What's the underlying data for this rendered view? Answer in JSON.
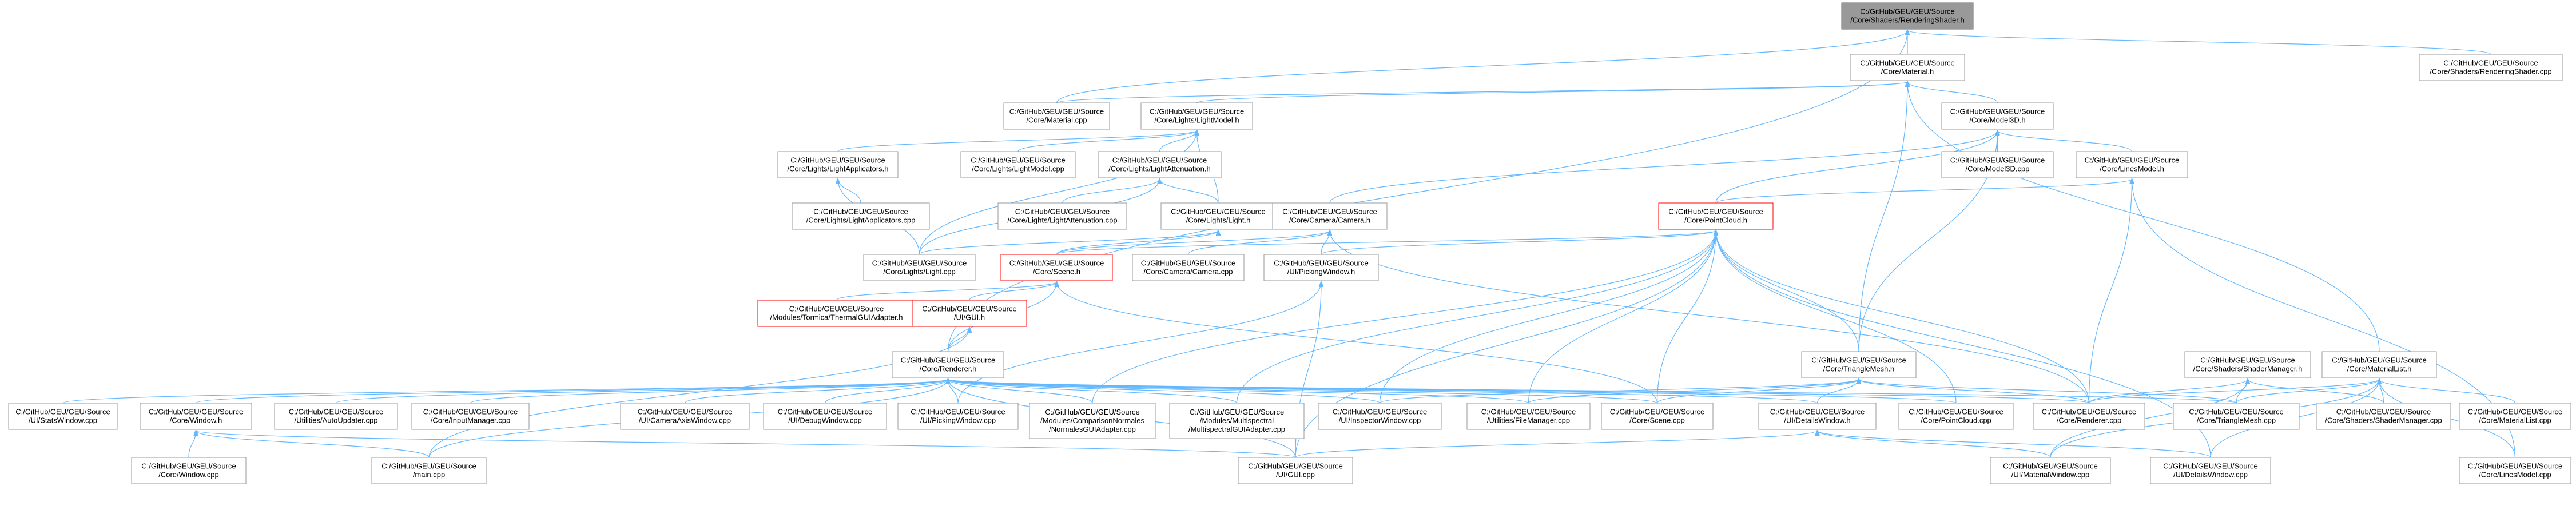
{
  "colors": {
    "edge": "#63b8ff",
    "node_border": "#999999",
    "root_fill": "#999999",
    "incomplete_border": "#ff0000",
    "text": "#000000"
  },
  "nodes": [
    {
      "id": "root",
      "l1": "C:/GitHub/GEU/GEU/Source",
      "l2": "/Core/Shaders/RenderingShader.h"
    },
    {
      "id": "material_h",
      "l1": "C:/GitHub/GEU/GEU/Source",
      "l2": "/Core/Material.h"
    },
    {
      "id": "rendshader_cpp",
      "l1": "C:/GitHub/GEU/GEU/Source",
      "l2": "/Core/Shaders/RenderingShader.cpp"
    },
    {
      "id": "material_cpp",
      "l1": "C:/GitHub/GEU/GEU/Source",
      "l2": "/Core/Material.cpp"
    },
    {
      "id": "lightmodel_h",
      "l1": "C:/GitHub/GEU/GEU/Source",
      "l2": "/Core/Lights/LightModel.h"
    },
    {
      "id": "model3d_h",
      "l1": "C:/GitHub/GEU/GEU/Source",
      "l2": "/Core/Model3D.h"
    },
    {
      "id": "lightapp_h",
      "l1": "C:/GitHub/GEU/GEU/Source",
      "l2": "/Core/Lights/LightApplicators.h"
    },
    {
      "id": "lightmodel_cpp",
      "l1": "C:/GitHub/GEU/GEU/Source",
      "l2": "/Core/Lights/LightModel.cpp"
    },
    {
      "id": "lightatt_h",
      "l1": "C:/GitHub/GEU/GEU/Source",
      "l2": "/Core/Lights/LightAttenuation.h"
    },
    {
      "id": "model3d_cpp",
      "l1": "C:/GitHub/GEU/GEU/Source",
      "l2": "/Core/Model3D.cpp"
    },
    {
      "id": "linesmodel_h",
      "l1": "C:/GitHub/GEU/GEU/Source",
      "l2": "/Core/LinesModel.h"
    },
    {
      "id": "lightapp_cpp",
      "l1": "C:/GitHub/GEU/GEU/Source",
      "l2": "/Core/Lights/LightApplicators.cpp"
    },
    {
      "id": "lightatt_cpp",
      "l1": "C:/GitHub/GEU/GEU/Source",
      "l2": "/Core/Lights/LightAttenuation.cpp"
    },
    {
      "id": "light_h",
      "l1": "C:/GitHub/GEU/GEU/Source",
      "l2": "/Core/Lights/Light.h"
    },
    {
      "id": "camera_h",
      "l1": "C:/GitHub/GEU/GEU/Source",
      "l2": "/Core/Camera/Camera.h"
    },
    {
      "id": "pointcloud_h",
      "l1": "C:/GitHub/GEU/GEU/Source",
      "l2": "/Core/PointCloud.h"
    },
    {
      "id": "light_cpp",
      "l1": "C:/GitHub/GEU/GEU/Source",
      "l2": "/Core/Lights/Light.cpp"
    },
    {
      "id": "scene_h",
      "l1": "C:/GitHub/GEU/GEU/Source",
      "l2": "/Core/Scene.h"
    },
    {
      "id": "camera_cpp",
      "l1": "C:/GitHub/GEU/GEU/Source",
      "l2": "/Core/Camera/Camera.cpp"
    },
    {
      "id": "pickingwin_h",
      "l1": "C:/GitHub/GEU/GEU/Source",
      "l2": "/UI/PickingWindow.h"
    },
    {
      "id": "thermal_h",
      "l1": "C:/GitHub/GEU/GEU/Source",
      "l2": "/Modules/Tormica/ThermalGUIAdapter.h"
    },
    {
      "id": "gui_h",
      "l1": "C:/GitHub/GEU/GEU/Source",
      "l2": "/UI/GUI.h"
    },
    {
      "id": "trianglemesh_h",
      "l1": "C:/GitHub/GEU/GEU/Source",
      "l2": "/Core/TriangleMesh.h"
    },
    {
      "id": "shadermgr_h",
      "l1": "C:/GitHub/GEU/GEU/Source",
      "l2": "/Core/Shaders/ShaderManager.h"
    },
    {
      "id": "materiallist_h",
      "l1": "C:/GitHub/GEU/GEU/Source",
      "l2": "/Core/MaterialList.h"
    },
    {
      "id": "renderer_h",
      "l1": "C:/GitHub/GEU/GEU/Source",
      "l2": "/Core/Renderer.h"
    },
    {
      "id": "statswin_h",
      "l1": "C:/GitHub/GEU/GEU/Source",
      "l2": "/UI/StatsWindow.cpp"
    },
    {
      "id": "window_h",
      "l1": "C:/GitHub/GEU/GEU/Source",
      "l2": "/Core/Window.h"
    },
    {
      "id": "autoupdater_cpp",
      "l1": "C:/GitHub/GEU/GEU/Source",
      "l2": "/Utilities/AutoUpdater.cpp"
    },
    {
      "id": "inputmgr_cpp",
      "l1": "C:/GitHub/GEU/GEU/Source",
      "l2": "/Core/InputManager.cpp"
    },
    {
      "id": "cameraaxiswin_cpp",
      "l1": "C:/GitHub/GEU/GEU/Source",
      "l2": "/UI/CameraAxisWindow.cpp"
    },
    {
      "id": "debugwin_cpp",
      "l1": "C:/GitHub/GEU/GEU/Source",
      "l2": "/UI/DebugWindow.cpp"
    },
    {
      "id": "pickingwin_cpp",
      "l1": "C:/GitHub/GEU/GEU/Source",
      "l2": "/UI/PickingWindow.cpp"
    },
    {
      "id": "compnormals_h",
      "l1": "C:/GitHub/GEU/GEU/Source",
      "l2": "/Modules/ComparisonNormales",
      "l3": "/NormalesGUIAdapter.cpp"
    },
    {
      "id": "multispectral_cpp",
      "l1": "C:/GitHub/GEU/GEU/Source",
      "l2": "/Modules/Multispectral",
      "l3": "/MultispectralGUIAdapter.cpp"
    },
    {
      "id": "inspectorwin_cpp",
      "l1": "C:/GitHub/GEU/GEU/Source",
      "l2": "/UI/InspectorWindow.cpp"
    },
    {
      "id": "filemanager_cpp",
      "l1": "C:/GitHub/GEU/GEU/Source",
      "l2": "/Utilities/FileManager.cpp"
    },
    {
      "id": "scene_cpp",
      "l1": "C:/GitHub/GEU/GEU/Source",
      "l2": "/Core/Scene.cpp"
    },
    {
      "id": "detailswin_h",
      "l1": "C:/GitHub/GEU/GEU/Source",
      "l2": "/UI/DetailsWindow.h"
    },
    {
      "id": "pointcloud_cpp",
      "l1": "C:/GitHub/GEU/GEU/Source",
      "l2": "/Core/PointCloud.cpp"
    },
    {
      "id": "renderer_cpp",
      "l1": "C:/GitHub/GEU/GEU/Source",
      "l2": "/Core/Renderer.cpp"
    },
    {
      "id": "trianglemesh_cpp",
      "l1": "C:/GitHub/GEU/GEU/Source",
      "l2": "/Core/TriangleMesh.cpp"
    },
    {
      "id": "shadermgr_cpp",
      "l1": "C:/GitHub/GEU/GEU/Source",
      "l2": "/Core/Shaders/ShaderManager.cpp"
    },
    {
      "id": "materiallist_cpp",
      "l1": "C:/GitHub/GEU/GEU/Source",
      "l2": "/Core/MaterialList.cpp"
    },
    {
      "id": "linesmodel_cpp",
      "l1": "C:/GitHub/GEU/GEU/Source",
      "l2": "/Core/LinesModel.cpp"
    },
    {
      "id": "window_cpp",
      "l1": "C:/GitHub/GEU/GEU/Source",
      "l2": "/Core/Window.cpp"
    },
    {
      "id": "main_cpp",
      "l1": "C:/GitHub/GEU/GEU/Source",
      "l2": "/main.cpp"
    },
    {
      "id": "gui_cpp",
      "l1": "C:/GitHub/GEU/GEU/Source",
      "l2": "/UI/GUI.cpp"
    },
    {
      "id": "materialwin_cpp",
      "l1": "C:/GitHub/GEU/GEU/Source",
      "l2": "/UI/MaterialWindow.cpp"
    },
    {
      "id": "detailswin_cpp",
      "l1": "C:/GitHub/GEU/GEU/Source",
      "l2": "/UI/DetailsWindow.cpp"
    }
  ],
  "edges": [
    [
      "material_h",
      "root"
    ],
    [
      "rendshader_cpp",
      "root"
    ],
    [
      "material_cpp",
      "root"
    ],
    [
      "renderer_h",
      "root"
    ],
    [
      "material_cpp",
      "material_h"
    ],
    [
      "lightmodel_h",
      "material_h"
    ],
    [
      "model3d_h",
      "material_h"
    ],
    [
      "trianglemesh_h",
      "material_h"
    ],
    [
      "materiallist_h",
      "material_h"
    ],
    [
      "lightapp_h",
      "lightmodel_h"
    ],
    [
      "lightmodel_cpp",
      "lightmodel_h"
    ],
    [
      "lightatt_h",
      "lightmodel_h"
    ],
    [
      "light_h",
      "lightmodel_h"
    ],
    [
      "light_cpp",
      "lightmodel_h"
    ],
    [
      "lightapp_cpp",
      "lightapp_h"
    ],
    [
      "light_cpp",
      "lightapp_h"
    ],
    [
      "lightatt_cpp",
      "lightatt_h"
    ],
    [
      "light_h",
      "lightatt_h"
    ],
    [
      "light_cpp",
      "lightatt_h"
    ],
    [
      "light_cpp",
      "light_h"
    ],
    [
      "scene_h",
      "light_h"
    ],
    [
      "model3d_cpp",
      "model3d_h"
    ],
    [
      "linesmodel_h",
      "model3d_h"
    ],
    [
      "camera_h",
      "model3d_h"
    ],
    [
      "trianglemesh_h",
      "model3d_h"
    ],
    [
      "pointcloud_h",
      "model3d_h"
    ],
    [
      "pointcloud_h",
      "linesmodel_h"
    ],
    [
      "renderer_cpp",
      "linesmodel_h"
    ],
    [
      "linesmodel_cpp",
      "linesmodel_h"
    ],
    [
      "scene_h",
      "camera_h"
    ],
    [
      "camera_cpp",
      "camera_h"
    ],
    [
      "pickingwin_h",
      "camera_h"
    ],
    [
      "renderer_cpp",
      "camera_h"
    ],
    [
      "scene_h",
      "pointcloud_h"
    ],
    [
      "pickingwin_h",
      "pointcloud_h"
    ],
    [
      "trianglemesh_h",
      "pointcloud_h"
    ],
    [
      "compnormals_h",
      "pointcloud_h"
    ],
    [
      "multispectral_cpp",
      "pointcloud_h"
    ],
    [
      "inspectorwin_cpp",
      "pointcloud_h"
    ],
    [
      "filemanager_cpp",
      "pointcloud_h"
    ],
    [
      "scene_cpp",
      "pointcloud_h"
    ],
    [
      "pointcloud_cpp",
      "pointcloud_h"
    ],
    [
      "renderer_cpp",
      "pointcloud_h"
    ],
    [
      "gui_cpp",
      "pointcloud_h"
    ],
    [
      "detailswin_cpp",
      "pointcloud_h"
    ],
    [
      "thermal_h",
      "scene_h"
    ],
    [
      "gui_h",
      "scene_h"
    ],
    [
      "renderer_h",
      "scene_h"
    ],
    [
      "scene_cpp",
      "scene_h"
    ],
    [
      "pickingwin_cpp",
      "pickingwin_h"
    ],
    [
      "gui_cpp",
      "pickingwin_h"
    ],
    [
      "renderer_h",
      "gui_h"
    ],
    [
      "main_cpp",
      "gui_h"
    ],
    [
      "statswin_h",
      "renderer_h"
    ],
    [
      "window_h",
      "renderer_h"
    ],
    [
      "autoupdater_cpp",
      "renderer_h"
    ],
    [
      "inputmgr_cpp",
      "renderer_h"
    ],
    [
      "cameraaxiswin_cpp",
      "renderer_h"
    ],
    [
      "debugwin_cpp",
      "renderer_h"
    ],
    [
      "pickingwin_cpp",
      "renderer_h"
    ],
    [
      "compnormals_h",
      "renderer_h"
    ],
    [
      "multispectral_cpp",
      "renderer_h"
    ],
    [
      "inspectorwin_cpp",
      "renderer_h"
    ],
    [
      "filemanager_cpp",
      "renderer_h"
    ],
    [
      "scene_cpp",
      "renderer_h"
    ],
    [
      "detailswin_h",
      "renderer_h"
    ],
    [
      "pointcloud_cpp",
      "renderer_h"
    ],
    [
      "renderer_cpp",
      "renderer_h"
    ],
    [
      "trianglemesh_cpp",
      "renderer_h"
    ],
    [
      "main_cpp",
      "renderer_h"
    ],
    [
      "gui_cpp",
      "renderer_h"
    ],
    [
      "window_cpp",
      "window_h"
    ],
    [
      "main_cpp",
      "window_h"
    ],
    [
      "gui_cpp",
      "window_h"
    ],
    [
      "gui_cpp",
      "detailswin_h"
    ],
    [
      "materialwin_cpp",
      "detailswin_h"
    ],
    [
      "detailswin_cpp",
      "detailswin_h"
    ],
    [
      "inspectorwin_cpp",
      "trianglemesh_h"
    ],
    [
      "filemanager_cpp",
      "trianglemesh_h"
    ],
    [
      "scene_cpp",
      "trianglemesh_h"
    ],
    [
      "detailswin_h",
      "trianglemesh_h"
    ],
    [
      "renderer_cpp",
      "trianglemesh_h"
    ],
    [
      "trianglemesh_cpp",
      "trianglemesh_h"
    ],
    [
      "renderer_cpp",
      "shadermgr_h"
    ],
    [
      "trianglemesh_cpp",
      "shadermgr_h"
    ],
    [
      "shadermgr_cpp",
      "shadermgr_h"
    ],
    [
      "materialwin_cpp",
      "shadermgr_h"
    ],
    [
      "renderer_cpp",
      "materiallist_h"
    ],
    [
      "trianglemesh_cpp",
      "materiallist_h"
    ],
    [
      "materiallist_cpp",
      "materiallist_h"
    ],
    [
      "linesmodel_cpp",
      "materiallist_h"
    ],
    [
      "materialwin_cpp",
      "materiallist_h"
    ],
    [
      "detailswin_cpp",
      "materiallist_h"
    ],
    [
      "shadermgr_cpp",
      "materiallist_h"
    ]
  ]
}
